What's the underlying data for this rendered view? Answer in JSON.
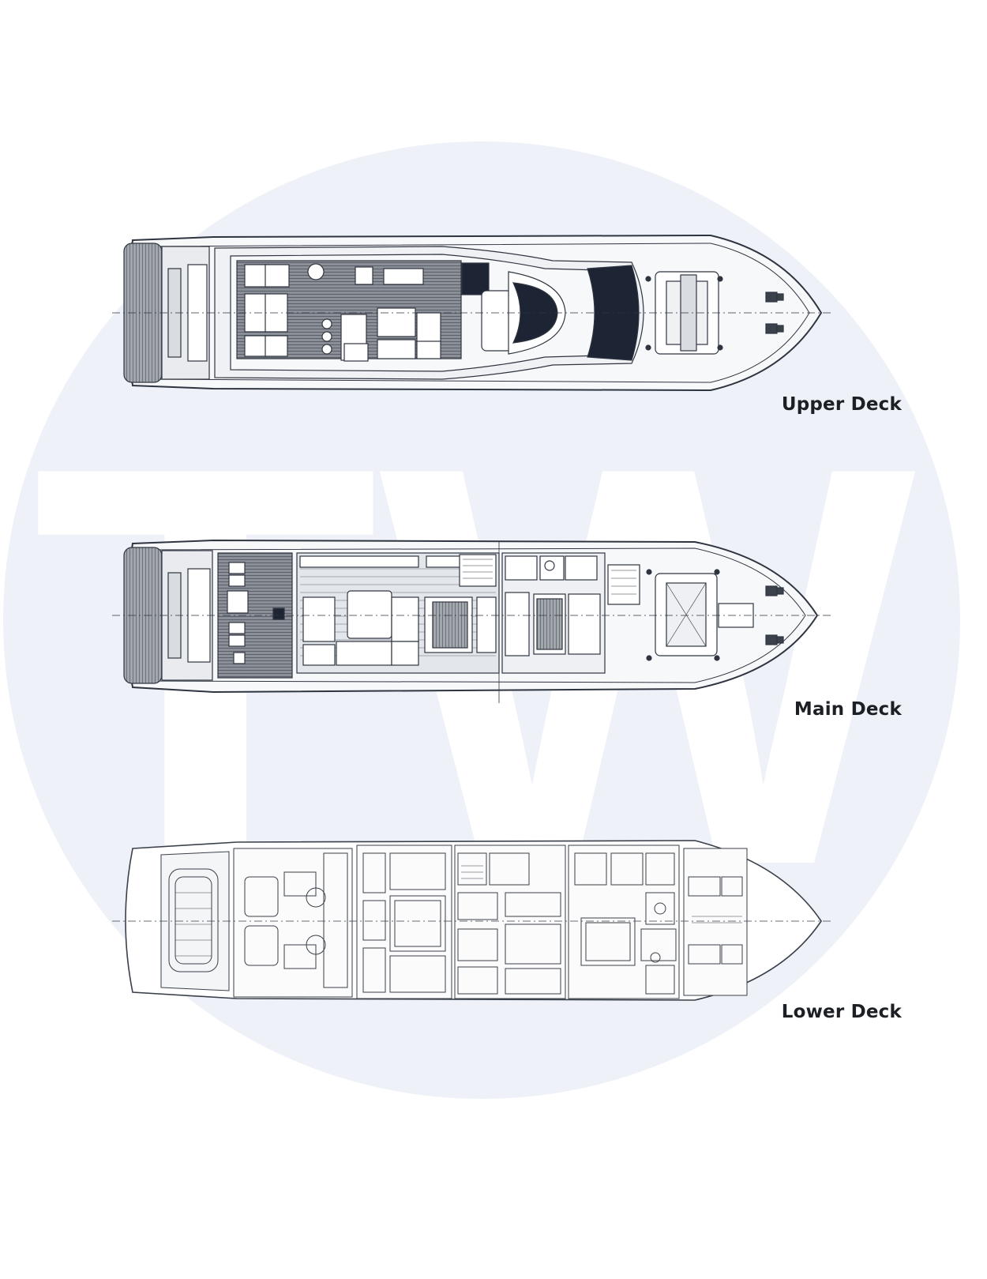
{
  "watermark": {
    "letters": "TW",
    "circle_color": "#eef2f8",
    "letter_color": "#ffffff"
  },
  "decks": [
    {
      "label": "Upper Deck"
    },
    {
      "label": "Main Deck"
    },
    {
      "label": "Lower Deck"
    }
  ],
  "colors": {
    "line": "#2f3540",
    "fill": "#f4f5f7",
    "dark_glass": "#1d2434",
    "deck_teak": "#6f747c"
  }
}
